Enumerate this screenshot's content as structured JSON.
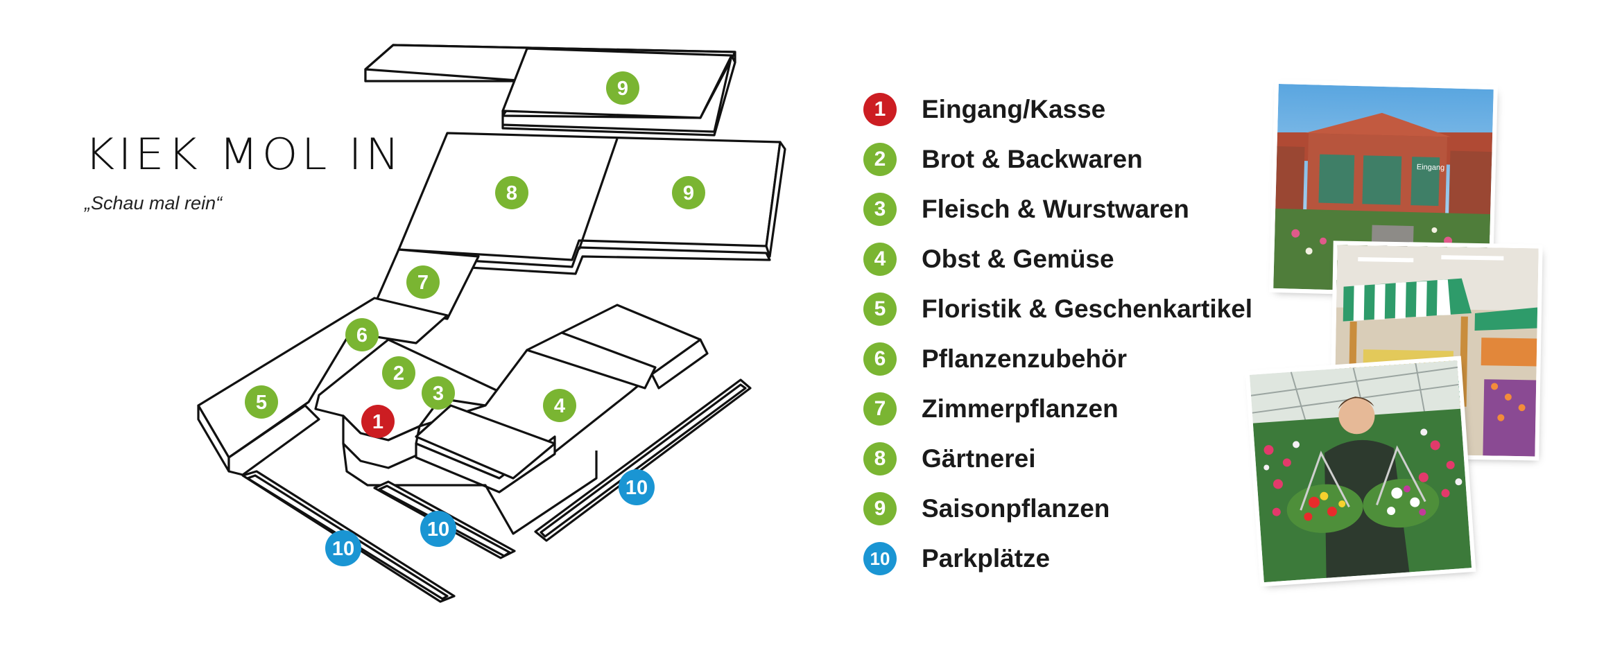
{
  "header": {
    "title": "KIEK MOL IN",
    "subtitle": "„Schau mal rein“"
  },
  "colors": {
    "entrance_red": "#cc1d22",
    "area_green": "#7ab532",
    "parking_blue": "#1a95d3"
  },
  "map_markers": [
    {
      "number": "9",
      "kind": "area"
    },
    {
      "number": "8",
      "kind": "area"
    },
    {
      "number": "9",
      "kind": "area"
    },
    {
      "number": "7",
      "kind": "area"
    },
    {
      "number": "6",
      "kind": "area"
    },
    {
      "number": "2",
      "kind": "area"
    },
    {
      "number": "3",
      "kind": "area"
    },
    {
      "number": "5",
      "kind": "area"
    },
    {
      "number": "1",
      "kind": "entrance"
    },
    {
      "number": "4",
      "kind": "area"
    },
    {
      "number": "10",
      "kind": "parking"
    },
    {
      "number": "10",
      "kind": "parking"
    },
    {
      "number": "10",
      "kind": "parking"
    }
  ],
  "legend": [
    {
      "number": "1",
      "label": "Eingang/Kasse",
      "kind": "entrance"
    },
    {
      "number": "2",
      "label": "Brot & Backwaren",
      "kind": "area"
    },
    {
      "number": "3",
      "label": "Fleisch & Wurstwaren",
      "kind": "area"
    },
    {
      "number": "4",
      "label": "Obst & Gemüse",
      "kind": "area"
    },
    {
      "number": "5",
      "label": "Floristik & Geschenkartikel",
      "kind": "area"
    },
    {
      "number": "6",
      "label": "Pflanzenzubehör",
      "kind": "area"
    },
    {
      "number": "7",
      "label": "Zimmerpflanzen",
      "kind": "area"
    },
    {
      "number": "8",
      "label": "Gärtnerei",
      "kind": "area"
    },
    {
      "number": "9",
      "label": "Saisonpflanzen",
      "kind": "area"
    },
    {
      "number": "10",
      "label": "Parkplätze",
      "kind": "parking"
    }
  ],
  "photos": [
    {
      "name": "storefront-photo",
      "sign_text": "Eingang"
    },
    {
      "name": "produce-market-photo"
    },
    {
      "name": "greenhouse-gardener-photo"
    }
  ]
}
